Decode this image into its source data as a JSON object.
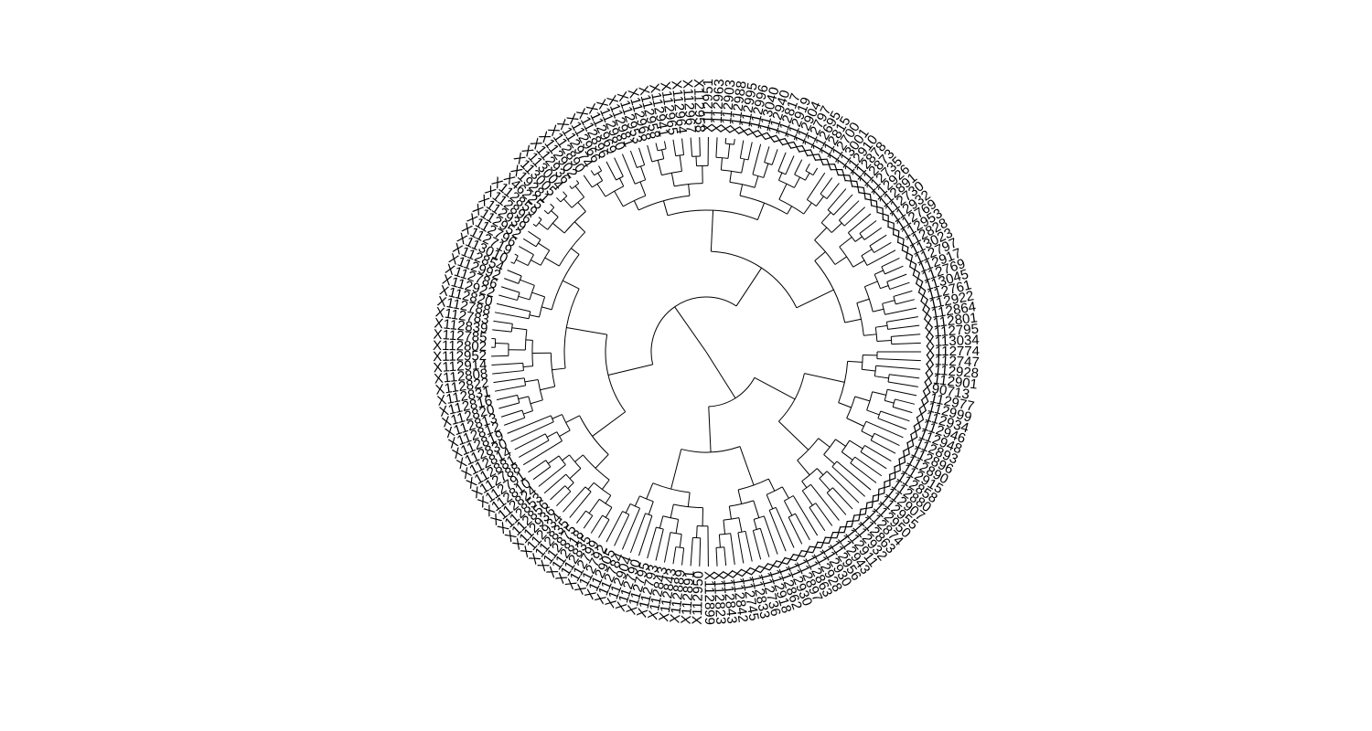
{
  "figure": {
    "type": "circular-dendrogram",
    "line_color": "#000000",
    "background": "#ffffff"
  },
  "tip_labels": [
    "X112774",
    "X112747",
    "X112928",
    "X112901",
    "X90713",
    "X112977",
    "X112999",
    "X112934",
    "X112946",
    "X112948",
    "X112893",
    "X112896",
    "X112890",
    "X112915",
    "X112858",
    "X112880",
    "X112907",
    "X112955",
    "X112950",
    "X112874",
    "X112863",
    "X112932",
    "X112911",
    "X112943",
    "X112956",
    "X112930",
    "X112928",
    "X112863",
    "X112897",
    "X112930",
    "X112862",
    "X112918",
    "X112736",
    "X112833",
    "X112745",
    "X112842",
    "X112843",
    "X112823",
    "X112899",
    "X112950",
    "X112891",
    "X112889",
    "X112843",
    "X112843",
    "X112793",
    "X112795",
    "X112790",
    "X112904",
    "X112784",
    "X112905",
    "X112792",
    "X112799",
    "X112835",
    "X112818",
    "X112875",
    "X112835",
    "X112934",
    "X112936",
    "X112856",
    "X112853",
    "X112824",
    "X112810",
    "X112791",
    "X112788",
    "X112881",
    "X112814",
    "X112830",
    "X112819",
    "X112812",
    "X112813",
    "X112820",
    "X112816",
    "X112831",
    "X112822",
    "X112808",
    "X112914",
    "X112952",
    "X112802",
    "X112785",
    "X112839",
    "X112783",
    "X112788",
    "X112820",
    "X112922",
    "X112786",
    "X112992",
    "X112854",
    "X113010",
    "X112719",
    "X112796",
    "X112952",
    "X112939",
    "X112896",
    "X112859",
    "X46225",
    "X19281",
    "X113005",
    "X113004",
    "X112936",
    "X112902",
    "X112890",
    "X112974",
    "X112966",
    "X112896",
    "X112969",
    "X112980",
    "X112981",
    "X112953",
    "X112968",
    "X112958",
    "X112941",
    "X112965",
    "X112964",
    "X112967",
    "X112958",
    "X112951",
    "X112963",
    "X112903",
    "X112988",
    "X112995",
    "X112996",
    "X113040",
    "X112940",
    "X112817",
    "X112919",
    "X112904",
    "X112797",
    "X112695",
    "X112815",
    "X112700",
    "X113001",
    "X112910",
    "X112878",
    "X112873",
    "X112735",
    "X112926",
    "X112891",
    "X112730",
    "X112932",
    "X112769",
    "X112953",
    "X112828",
    "X113023",
    "X112797",
    "X112917",
    "X112769",
    "X113045",
    "X112761",
    "X112922",
    "X112864",
    "X112801",
    "X112795",
    "X113034"
  ]
}
